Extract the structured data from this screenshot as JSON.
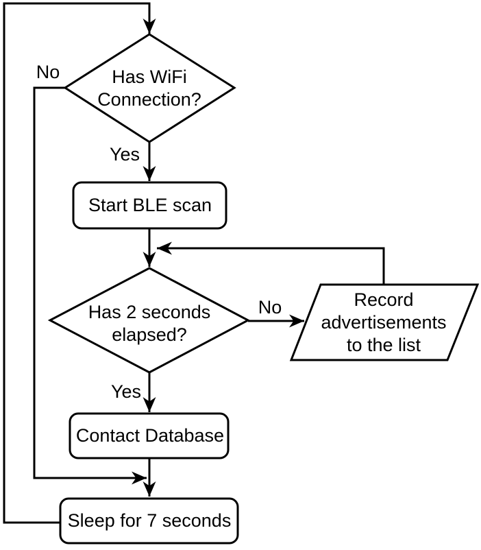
{
  "diagram": {
    "kind": "flowchart",
    "colors": {
      "background": "#ffffff",
      "stroke": "#000000",
      "text": "#000000"
    },
    "nodes": {
      "wifi_check": {
        "type": "decision",
        "lines": [
          "Has WiFi",
          "Connection?"
        ]
      },
      "start_ble_scan": {
        "type": "process",
        "label": "Start BLE scan"
      },
      "elapsed_check": {
        "type": "decision",
        "lines": [
          "Has 2 seconds",
          "elapsed?"
        ]
      },
      "record_advertisements": {
        "type": "input-output",
        "lines": [
          "Record",
          "advertisements",
          "to the list"
        ]
      },
      "contact_database": {
        "type": "process",
        "label": "Contact Database"
      },
      "sleep": {
        "type": "process",
        "label": "Sleep for 7 seconds"
      }
    },
    "edge_labels": {
      "wifi_no": "No",
      "wifi_yes": "Yes",
      "elapsed_no": "No",
      "elapsed_yes": "Yes"
    }
  }
}
